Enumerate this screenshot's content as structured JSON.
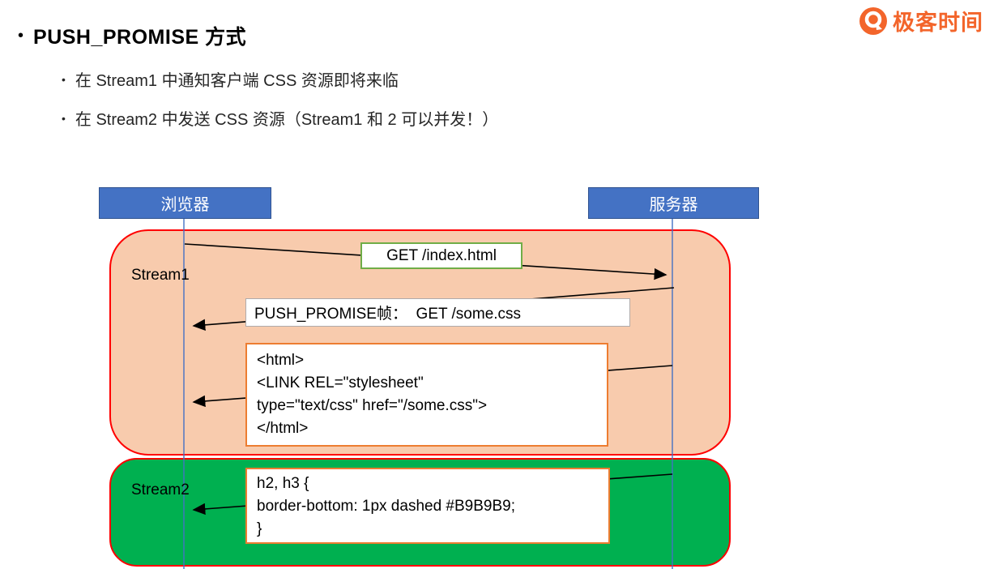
{
  "slide": {
    "title": "PUSH_PROMISE 方式",
    "bullets": [
      "在 Stream1 中通知客户端 CSS 资源即将来临",
      "在 Stream2 中发送 CSS 资源（Stream1 和 2 可以并发！）"
    ]
  },
  "logo": {
    "text": "极客时间"
  },
  "diagram": {
    "actors": {
      "browser": "浏览器",
      "server": "服务器"
    },
    "stream1": {
      "label": "Stream1",
      "request": "GET /index.html",
      "push_promise": "PUSH_PROMISE帧：  GET /some.css",
      "html_response": "<html>\n<LINK REL=\"stylesheet\"\ntype=\"text/css\" href=\"/some.css\">\n</html>"
    },
    "stream2": {
      "label": "Stream2",
      "css_response": "h2, h3 {\nborder-bottom: 1px dashed #B9B9B9;\n}"
    }
  },
  "colors": {
    "actor_fill": "#4472C4",
    "stream1_fill": "#F8CBAD",
    "stream2_fill": "#00B050",
    "stream_border": "#FF0000",
    "request_box_border": "#70AD47",
    "push_box_border": "#AFABAB",
    "code_box_border": "#ED7D31",
    "lifeline_color": "#4472C4",
    "arrow_color": "#000000",
    "logo_orange": "#F3652B"
  }
}
